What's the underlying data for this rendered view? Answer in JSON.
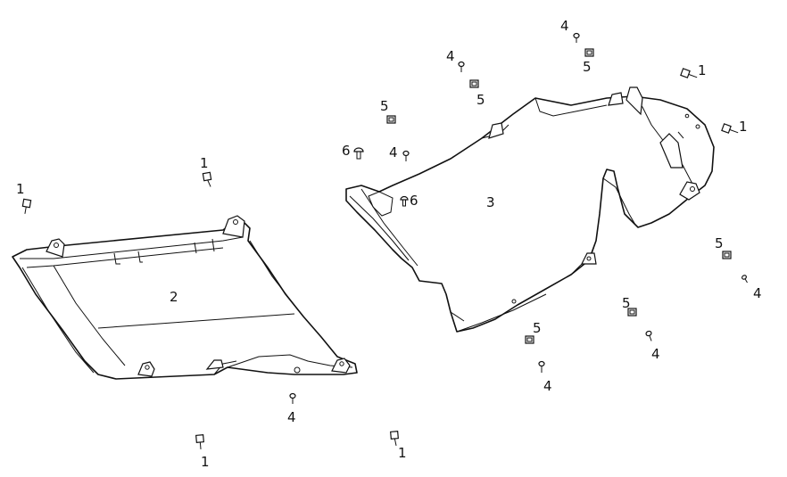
{
  "diagram": {
    "parts": [
      {
        "id": "1",
        "label": "1"
      },
      {
        "id": "2",
        "label": "2"
      },
      {
        "id": "3",
        "label": "3"
      },
      {
        "id": "4",
        "label": "4"
      },
      {
        "id": "5",
        "label": "5"
      },
      {
        "id": "6",
        "label": "6"
      }
    ],
    "callouts": [
      "1",
      "1",
      "1",
      "1",
      "1",
      "1",
      "2",
      "3",
      "4",
      "4",
      "4",
      "4",
      "4",
      "4",
      "4",
      "5",
      "5",
      "5",
      "5",
      "5",
      "5",
      "6",
      "6"
    ]
  }
}
